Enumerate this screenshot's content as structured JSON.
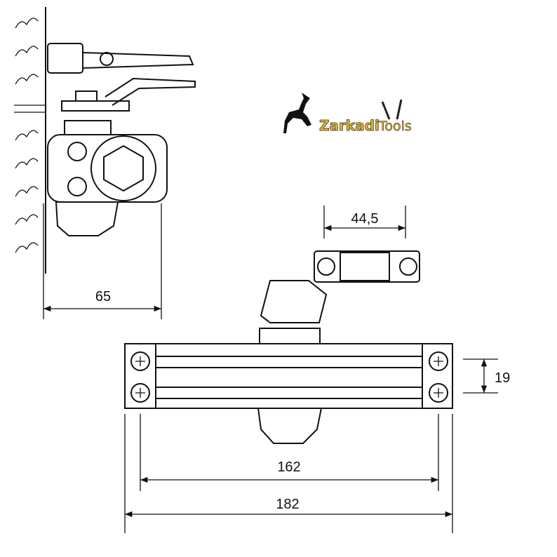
{
  "logo": {
    "brand_bold": "Zarkadi",
    "brand_light": "Tools"
  },
  "dimensions": {
    "side_depth": "65",
    "arm_bracket_width": "44,5",
    "body_height": "19",
    "screw_spacing": "162",
    "overall_length": "182"
  }
}
